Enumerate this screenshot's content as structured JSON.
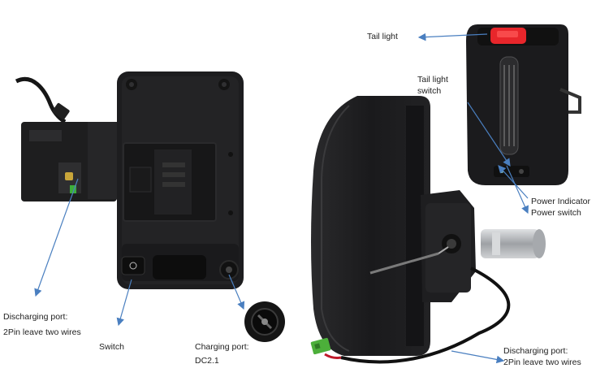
{
  "labels": {
    "tail_light": "Tail light",
    "tail_light_switch_line1": "Tail light",
    "tail_light_switch_line2": "switch",
    "power_indicator": "Power Indicator",
    "power_switch": "Power switch",
    "discharging_left_line1": "Discharging port:",
    "discharging_left_line2": "2Pin leave two wires",
    "switch": "Switch",
    "charging_line1": "Charging port:",
    "charging_line2": "DC2.1",
    "discharging_right_line1": "Discharging port:",
    "discharging_right_line2": "2Pin leave two wires"
  },
  "colors": {
    "arrow": "#4a7fc0",
    "battery_body": "#1c1c1e",
    "tail_light": "#e8262b",
    "connector": "#4caf3a",
    "wire_red": "#c0182a",
    "metal": "#b9bcc0"
  }
}
